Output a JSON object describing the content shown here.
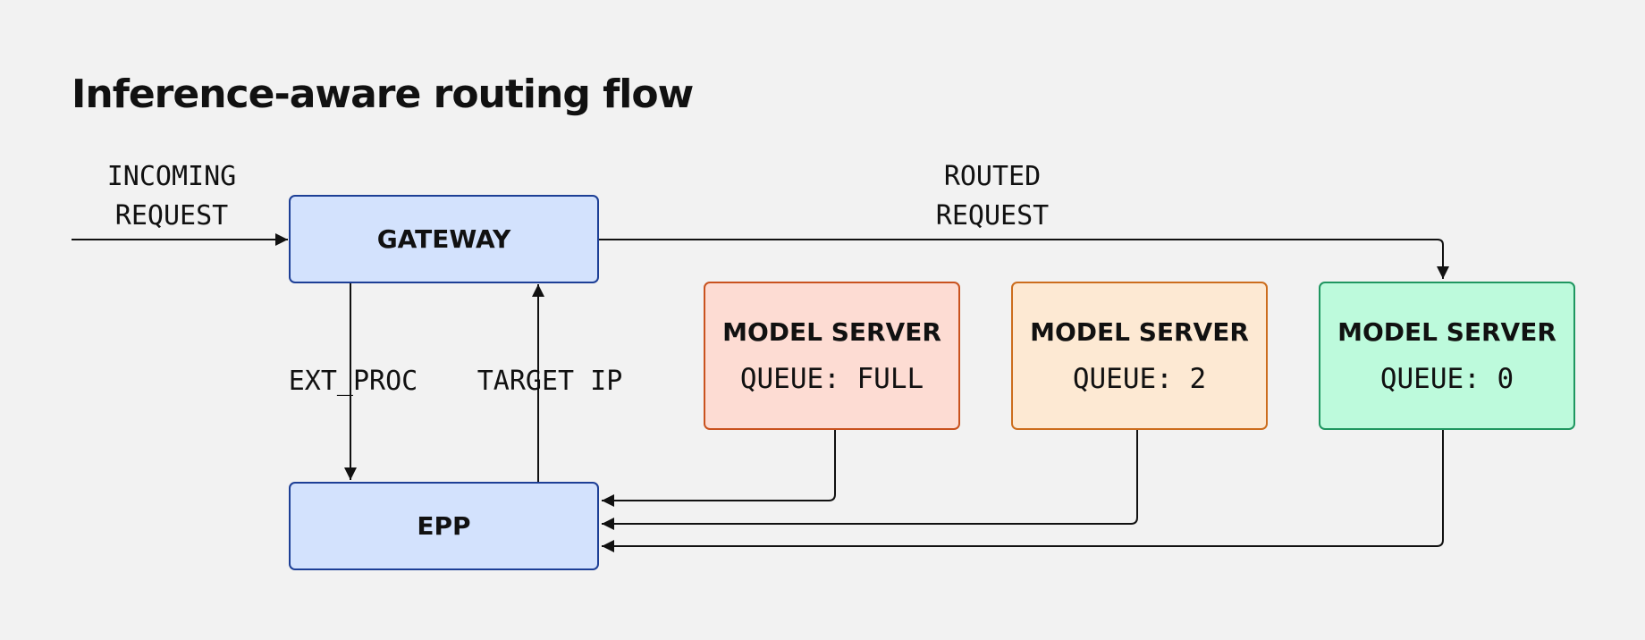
{
  "title": "Inference-aware routing flow",
  "labels": {
    "incoming": "INCOMING\nREQUEST",
    "routed": "ROUTED\nREQUEST",
    "ext_proc": "EXT_PROC",
    "target_ip": "TARGET IP"
  },
  "nodes": {
    "gateway": "GATEWAY",
    "epp": "EPP",
    "servers": [
      {
        "title": "MODEL SERVER",
        "queue": "QUEUE: FULL",
        "color": "#fddcd3"
      },
      {
        "title": "MODEL SERVER",
        "queue": "QUEUE: 2",
        "color": "#fde9d3"
      },
      {
        "title": "MODEL SERVER",
        "queue": "QUEUE: 0",
        "color": "#bdfadc"
      }
    ]
  },
  "colors": {
    "node_fill": "#d3e2fd",
    "node_border": "#1d3f96",
    "background": "#f2f2f2"
  }
}
